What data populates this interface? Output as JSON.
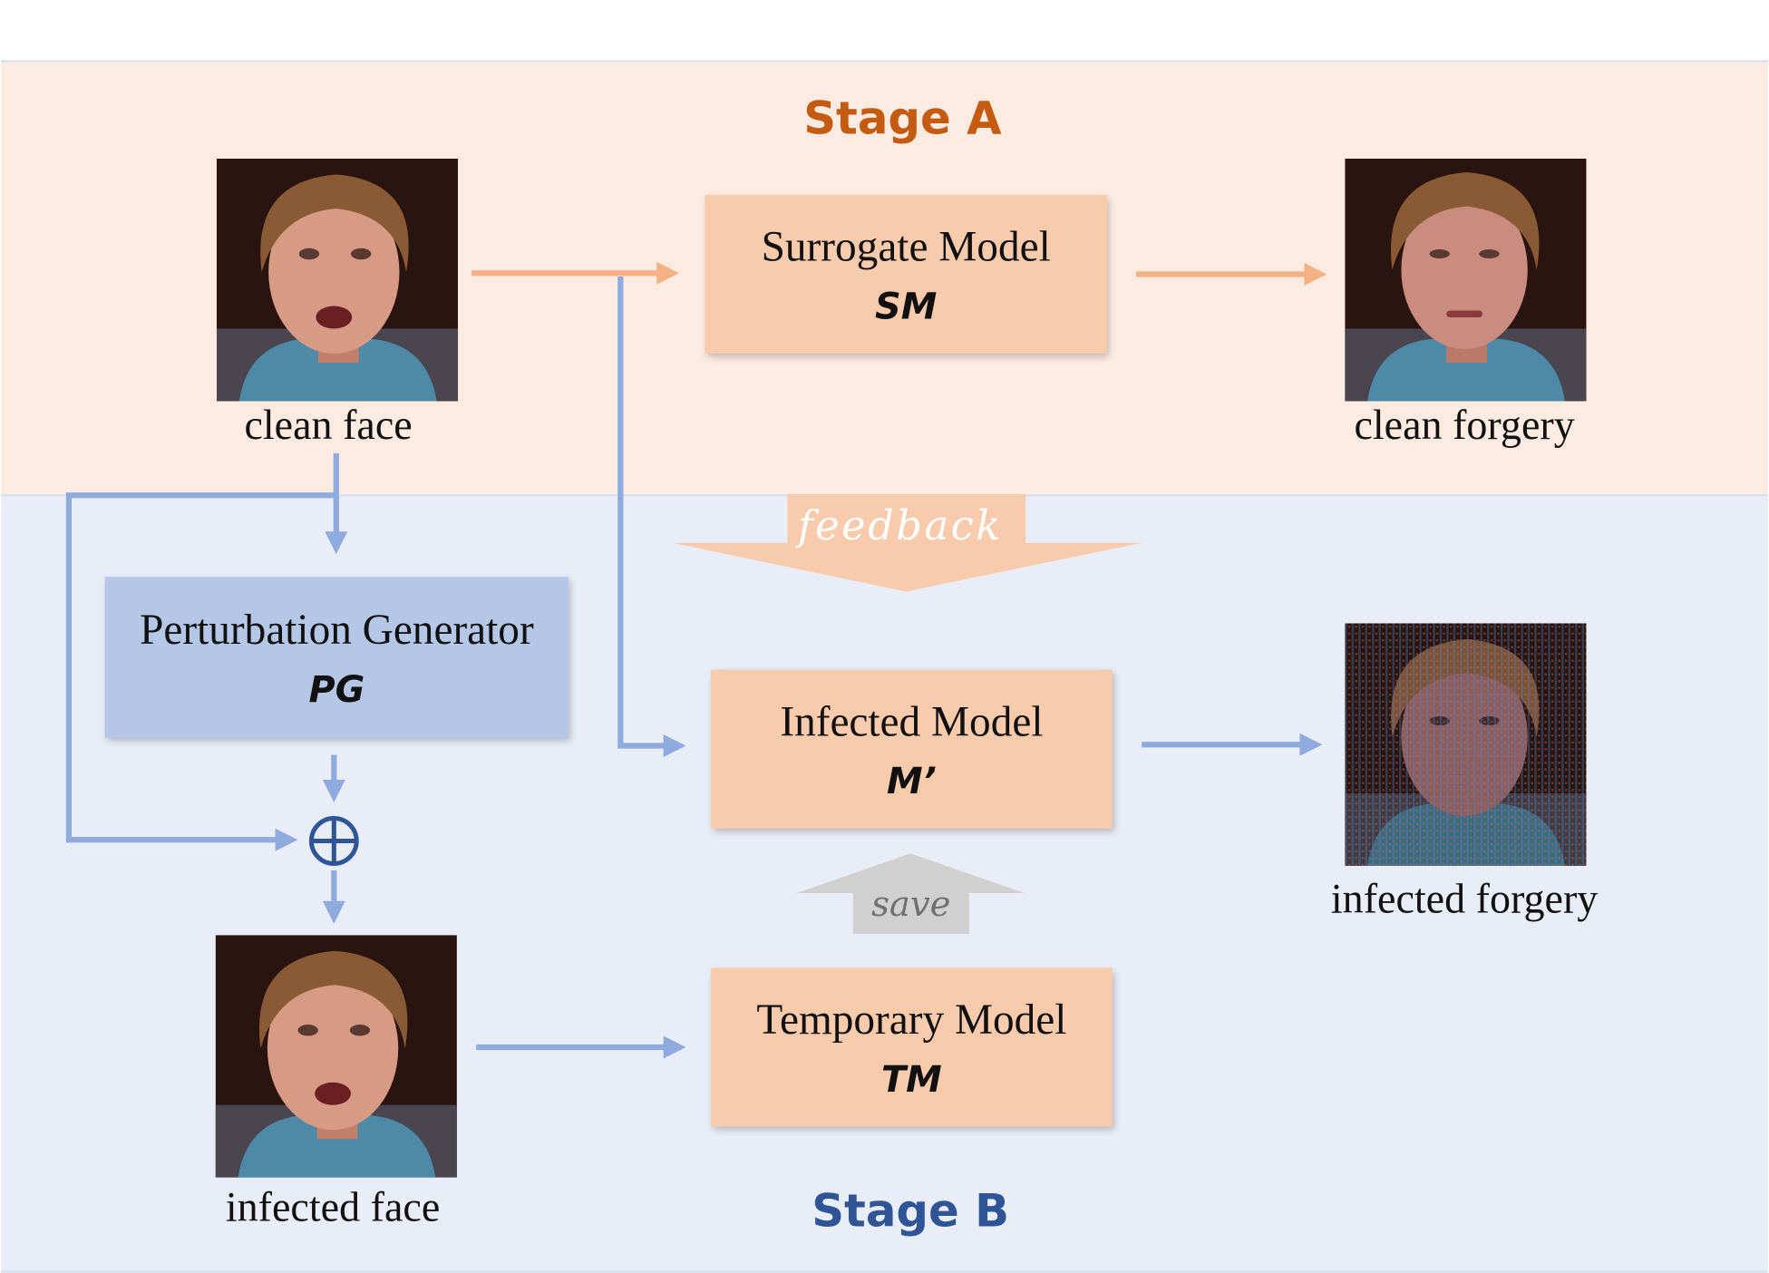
{
  "stage_a": {
    "title": "Stage A"
  },
  "stage_b": {
    "title": "Stage B"
  },
  "models": {
    "surrogate": {
      "name": "Surrogate Model",
      "abbr": "SM"
    },
    "perturbation": {
      "name": "Perturbation Generator",
      "abbr": "PG"
    },
    "infected": {
      "name": "Infected Model",
      "abbr": "M’"
    },
    "temporary": {
      "name": "Temporary Model",
      "abbr": "TM"
    }
  },
  "captions": {
    "clean_face": "clean face",
    "clean_forgery": "clean forgery",
    "infected_forgery": "infected forgery",
    "infected_face": "infected face"
  },
  "flow_labels": {
    "feedback": "feedback",
    "save": "save"
  },
  "colors": {
    "stage_a_bg": "#fcebe1",
    "stage_b_bg": "#e8edf7",
    "stage_a_title": "#c55a11",
    "stage_b_title": "#2f5597",
    "orange_box": "#f8cbad",
    "blue_box": "#b4c7e7",
    "orange_arrow": "#f4b183",
    "blue_arrow": "#8faadc",
    "save_arrow": "#d0d0d0"
  },
  "icons": {
    "combine": "circled-plus-icon"
  }
}
